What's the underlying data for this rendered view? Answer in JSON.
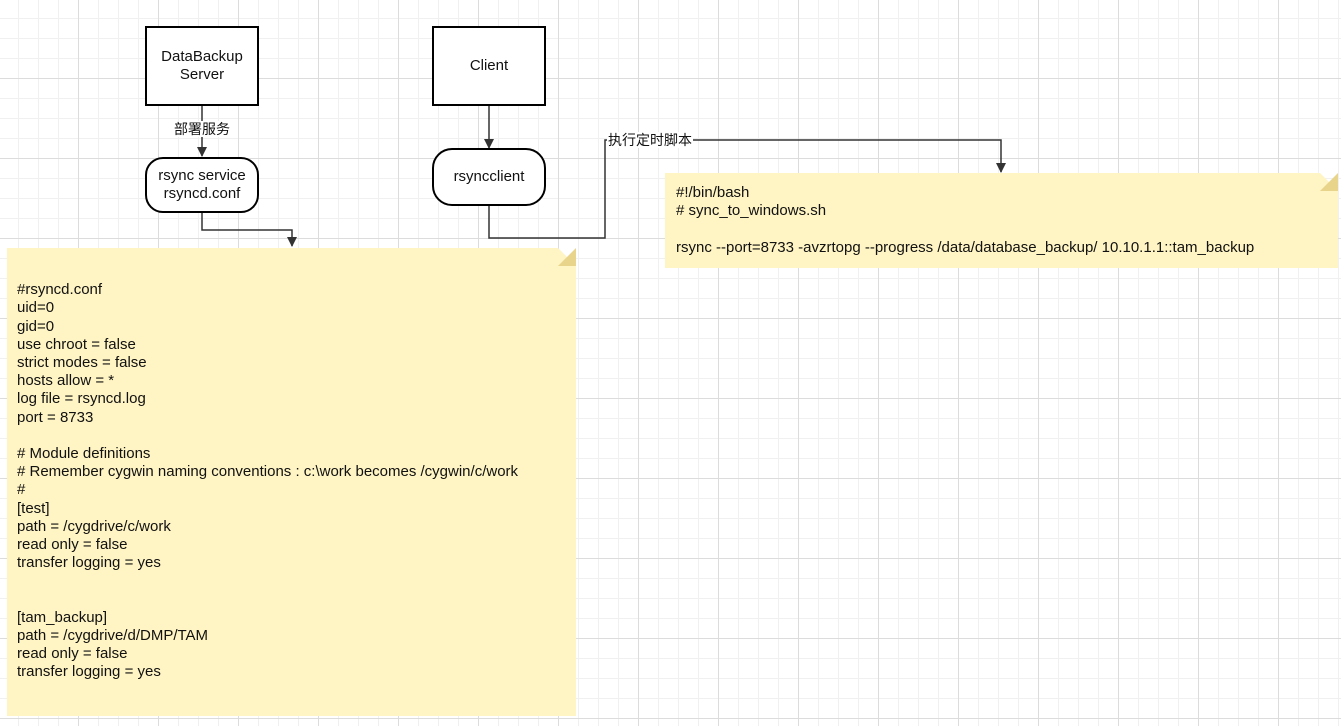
{
  "nodes": {
    "databackup_server": "DataBackup\nServer",
    "rsync_service": "rsync service\nrsyncd.conf",
    "client": "Client",
    "rsyncclient": "rsyncclient"
  },
  "edges": {
    "deploy_label": "部署服务",
    "cron_label": "执行定时脚本"
  },
  "notes": {
    "rsyncd_conf": "\n#rsyncd.conf\nuid=0\ngid=0\nuse chroot = false\nstrict modes = false\nhosts allow = *\nlog file = rsyncd.log\nport = 8733\n\n# Module definitions\n# Remember cygwin naming conventions : c:\\work becomes /cygwin/c/work\n#\n[test]\npath = /cygdrive/c/work\nread only = false\ntransfer logging = yes\n\n\n[tam_backup]\npath = /cygdrive/d/DMP/TAM\nread only = false\ntransfer logging = yes",
    "sync_script": "#!/bin/bash\n# sync_to_windows.sh\n\nrsync --port=8733 -avzrtopg --progress /data/database_backup/ 10.10.1.1::tam_backup"
  },
  "colors": {
    "note_fill": "#fff4c3",
    "note_fold": "#e8d48a",
    "stroke": "#000000",
    "grid": "#dcdcdc"
  }
}
